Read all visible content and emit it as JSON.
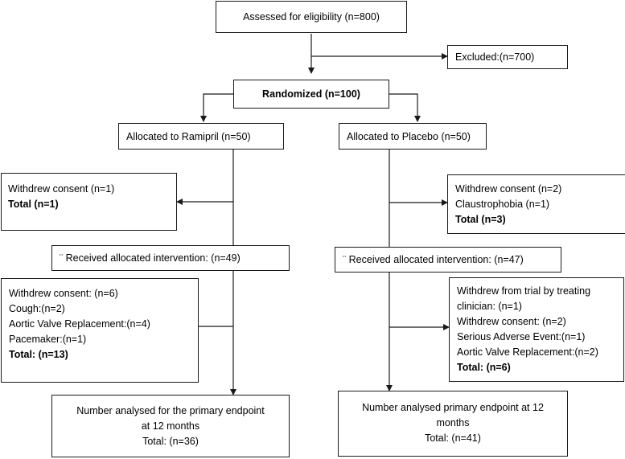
{
  "assessed": "Assessed for eligibility (n=800)",
  "excluded": "Excluded:(n=700)",
  "randomized": "Randomized (n=100)",
  "left": {
    "allocated": "Allocated to Ramipril (n=50)",
    "withdrawn1": [
      "Withdrew consent (n=1)"
    ],
    "withdrawn1_total": "Total (n=1)",
    "received": "¨ Received allocated intervention: (n=49)",
    "withdrawn2": [
      "Withdrew consent: (n=6)",
      "Cough:(n=2)",
      "Aortic Valve Replacement:(n=4)",
      "Pacemaker:(n=1)"
    ],
    "withdrawn2_total": "Total: (n=13)",
    "analysed": [
      "Number analysed for the primary endpoint",
      "at 12 months",
      "Total: (n=36)"
    ]
  },
  "right": {
    "allocated": "Allocated to Placebo (n=50)",
    "withdrawn1": [
      "Withdrew consent (n=2)",
      "Claustrophobia (n=1)"
    ],
    "withdrawn1_total": "Total (n=3)",
    "received": "¨ Received allocated intervention: (n=47)",
    "withdrawn2": [
      "Withdrew from trial by treating",
      "clinician: (n=1)",
      "Withdrew consent: (n=2)",
      "Serious Adverse Event:(n=1)",
      "Aortic Valve Replacement:(n=2)"
    ],
    "withdrawn2_total": "Total: (n=6)",
    "analysed": [
      "Number analysed primary endpoint at 12",
      "months",
      "Total: (n=41)"
    ]
  }
}
